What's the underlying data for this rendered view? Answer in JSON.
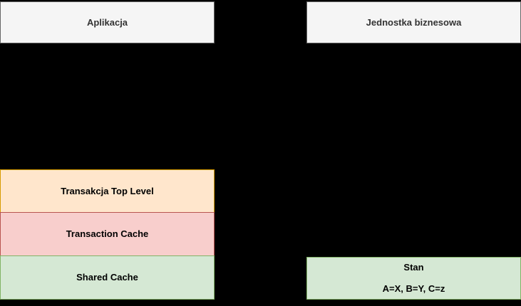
{
  "canvas": {
    "background": "#000000"
  },
  "diagram": {
    "nodes": {
      "aplikacja": {
        "label": "Aplikacja",
        "fill": "#f5f5f5",
        "border": "#666666",
        "text_color": "#333333"
      },
      "jednostka_biznesowa": {
        "label": "Jednostka biznesowa",
        "fill": "#f5f5f5",
        "border": "#666666",
        "text_color": "#333333"
      },
      "transakcja_top_level": {
        "label": "Transakcja Top Level",
        "fill": "#ffe6cc",
        "border": "#d79b00",
        "text_color": "#000000"
      },
      "transaction_cache": {
        "label": "Transaction Cache",
        "fill": "#f8cecc",
        "border": "#b85450",
        "text_color": "#000000"
      },
      "shared_cache": {
        "label": "Shared Cache",
        "fill": "#d5e8d4",
        "border": "#82b366",
        "text_color": "#000000"
      },
      "stan": {
        "title": "Stan",
        "detail": "A=X, B=Y, C=z",
        "fill": "#d5e8d4",
        "border": "#82b366",
        "text_color": "#000000"
      }
    }
  }
}
